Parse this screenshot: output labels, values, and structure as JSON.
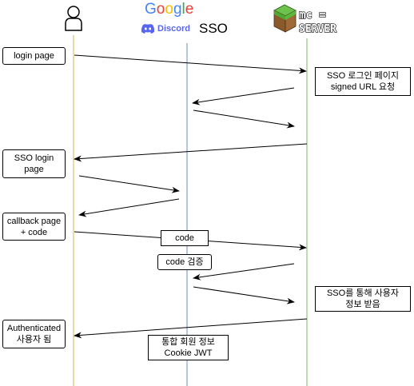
{
  "header": {
    "google_letters": [
      {
        "ch": "G",
        "color": "#4285F4"
      },
      {
        "ch": "o",
        "color": "#EA4335"
      },
      {
        "ch": "o",
        "color": "#FBBC05"
      },
      {
        "ch": "g",
        "color": "#4285F4"
      },
      {
        "ch": "l",
        "color": "#34A853"
      },
      {
        "ch": "e",
        "color": "#EA4335"
      }
    ],
    "discord_label": "Discord",
    "sso_label": "SSO",
    "server_label_line1": "mc =",
    "server_label_line2": "SERVER"
  },
  "lifelines": {
    "user_color": "#d6b656",
    "sso_color": "#6c8ebf",
    "server_color": "#82b366"
  },
  "notes": {
    "login_page": "login page",
    "sso_request_line1": "SSO 로그인 페이지",
    "sso_request_line2": "signed URL 요청",
    "sso_login_line1": "SSO login",
    "sso_login_line2": "page",
    "callback_line1": "callback page",
    "callback_line2": "+ code",
    "code": "code",
    "code_verify": "code 검증",
    "user_info_line1": "SSO를 통해 사용자",
    "user_info_line2": "정보 받음",
    "authenticated_line1": "Authenticated",
    "authenticated_line2": "사용자 됨",
    "jwt_line1": "통합 회원 정보",
    "jwt_line2": "Cookie JWT"
  }
}
